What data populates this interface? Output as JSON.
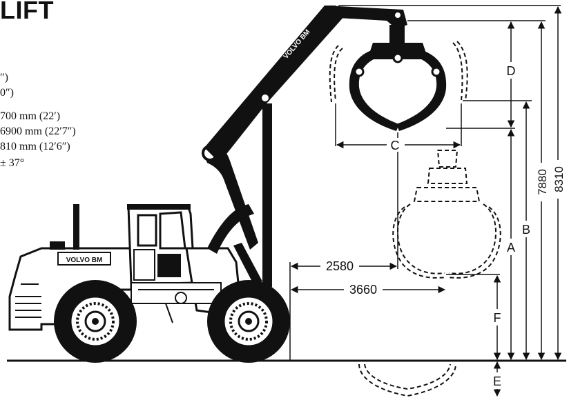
{
  "title": "LIFT",
  "specs": [
    "″)",
    "0″)",
    "700 mm (22′)",
    "6900 mm (22′7″)",
    "810 mm (12′6″)",
    "± 37°"
  ],
  "loader": {
    "boom_text": "VOLVO BM",
    "body_text": "VOLVO BM"
  },
  "dimensions": {
    "reach_inner": "2580",
    "reach_outer": "3660",
    "height_total": "8310",
    "height_b": "7880",
    "label_a": "A",
    "label_b": "B",
    "label_c": "C",
    "label_d": "D",
    "label_e": "E",
    "label_f": "F"
  }
}
